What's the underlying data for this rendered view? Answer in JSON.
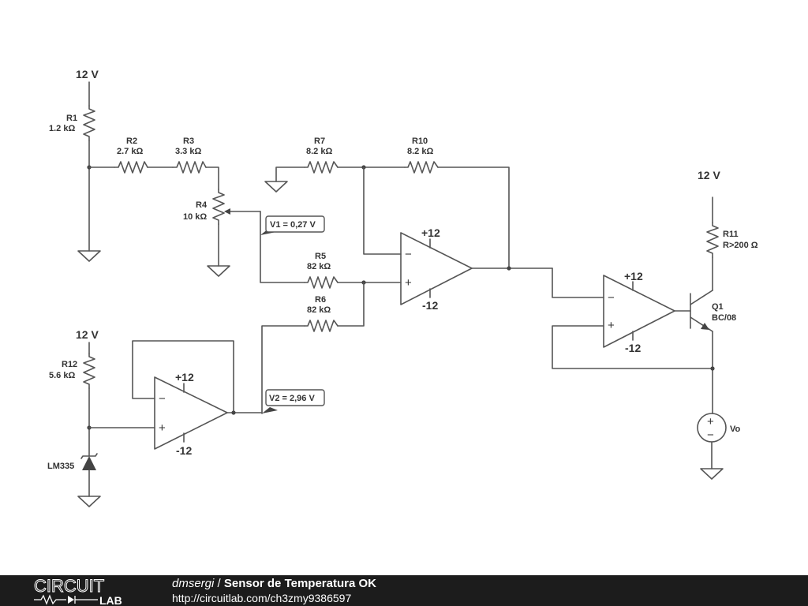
{
  "schematic": {
    "supplies": {
      "top_left": "12 V",
      "right": "12 V",
      "bottom_left": "12 V"
    },
    "resistors": {
      "r1": {
        "name": "R1",
        "value": "1.2 kΩ"
      },
      "r2": {
        "name": "R2",
        "value": "2.7 kΩ"
      },
      "r3": {
        "name": "R3",
        "value": "3.3 kΩ"
      },
      "r4": {
        "name": "R4",
        "value": "10 kΩ"
      },
      "r5": {
        "name": "R5",
        "value": "82 kΩ"
      },
      "r6": {
        "name": "R6",
        "value": "82 kΩ"
      },
      "r7": {
        "name": "R7",
        "value": "8.2 kΩ"
      },
      "r10": {
        "name": "R10",
        "value": "8.2 kΩ"
      },
      "r11": {
        "name": "R11",
        "value": "R>200 Ω"
      },
      "r12": {
        "name": "R12",
        "value": "5.6 kΩ"
      }
    },
    "opamps": {
      "u1": {
        "pos_rail": "+12",
        "neg_rail": "-12"
      },
      "u2": {
        "pos_rail": "+12",
        "neg_rail": "-12"
      },
      "u3": {
        "pos_rail": "+12",
        "neg_rail": "-12"
      }
    },
    "transistor": {
      "name": "Q1",
      "model": "BC/08"
    },
    "sensor": {
      "name": "LM335"
    },
    "probes": {
      "v1": "V1 = 0,27 V",
      "v2": "V2 = 2,96 V"
    },
    "output": {
      "name": "Vo",
      "plus": "+",
      "minus": "−"
    },
    "signs": {
      "minus": "−",
      "plus": "+"
    }
  },
  "footer": {
    "logo_top": "CIRCUIT",
    "logo_bottom": "LAB",
    "author": "dmsergi",
    "separator": " / ",
    "title": "Sensor de Temperatura OK",
    "url": "http://circuitlab.com/ch3zmy9386597"
  }
}
